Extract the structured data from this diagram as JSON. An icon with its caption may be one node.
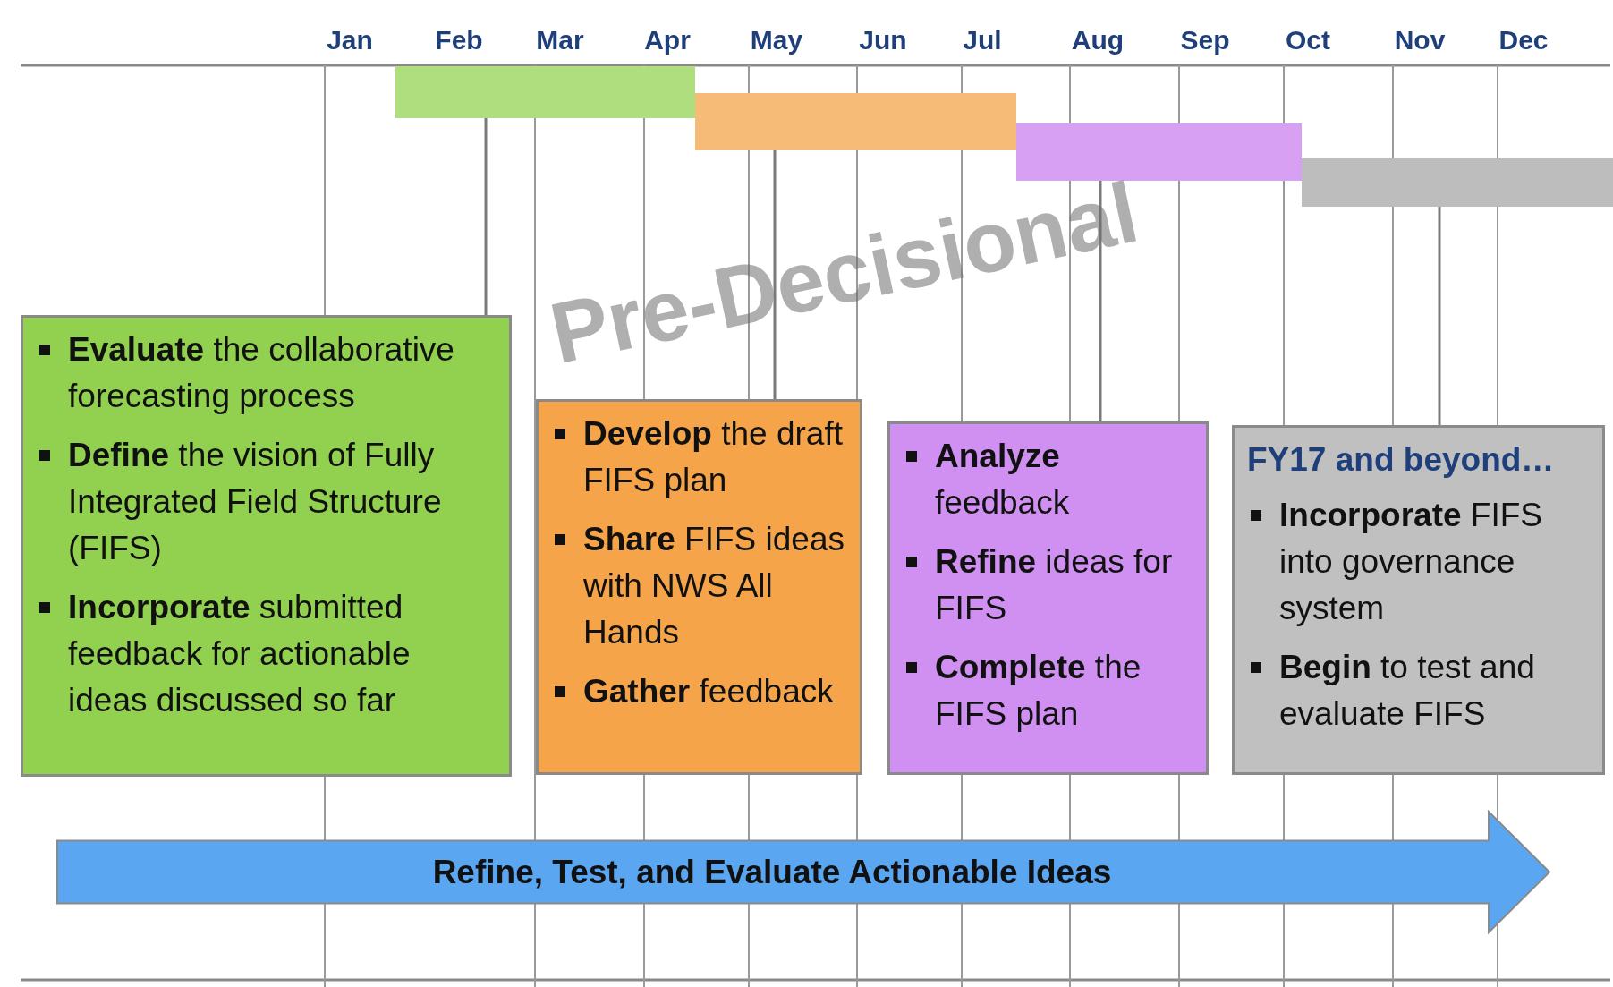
{
  "diagram": {
    "nodes": [
      {
        "text": [],
        "shape": "bar"
      },
      {
        "text": [],
        "shape": "bar"
      },
      {
        "text": [],
        "shape": "bar"
      },
      {
        "text": [],
        "shape": "bar"
      },
      {
        "text": [
          "**Evaluate** the collaborative forecasting process",
          "**Define** the vision of Fully Integrated Field Structure (FIFS)",
          "**Incorporate** submitted feedback for actionable ideas discussed so far"
        ]
      },
      {
        "text": [
          "**Develop** the draft FIFS plan",
          "**Share** FIFS ideas with NWS All Hands",
          "**Gather** feedback"
        ]
      },
      {
        "text": [
          "**Analyze** feedback",
          "**Refine** ideas for FIFS",
          "**Complete** the FIFS plan"
        ]
      },
      {
        "text": [
          "FY17 and beyond…",
          "**Incorporate** FIFS into governance system",
          "**Begin** to test and evaluate FIFS"
        ]
      },
      {
        "text": [
          "Refine, Test, and Evaluate Actionable Ideas"
        ]
      }
    ],
    "edges": [
      {
        "from": 0,
        "to": 4,
        "arrow": "none"
      },
      {
        "from": 1,
        "to": 5,
        "arrow": "none"
      },
      {
        "from": 2,
        "to": 6,
        "arrow": "none"
      },
      {
        "from": 3,
        "to": 7,
        "arrow": "none"
      }
    ],
    "labels": [
      "Jan",
      "Feb",
      "Mar",
      "Apr",
      "May",
      "Jun",
      "Jul",
      "Aug",
      "Sep",
      "Oct",
      "Nov",
      "Dec",
      "Pre-Decisional"
    ]
  }
}
